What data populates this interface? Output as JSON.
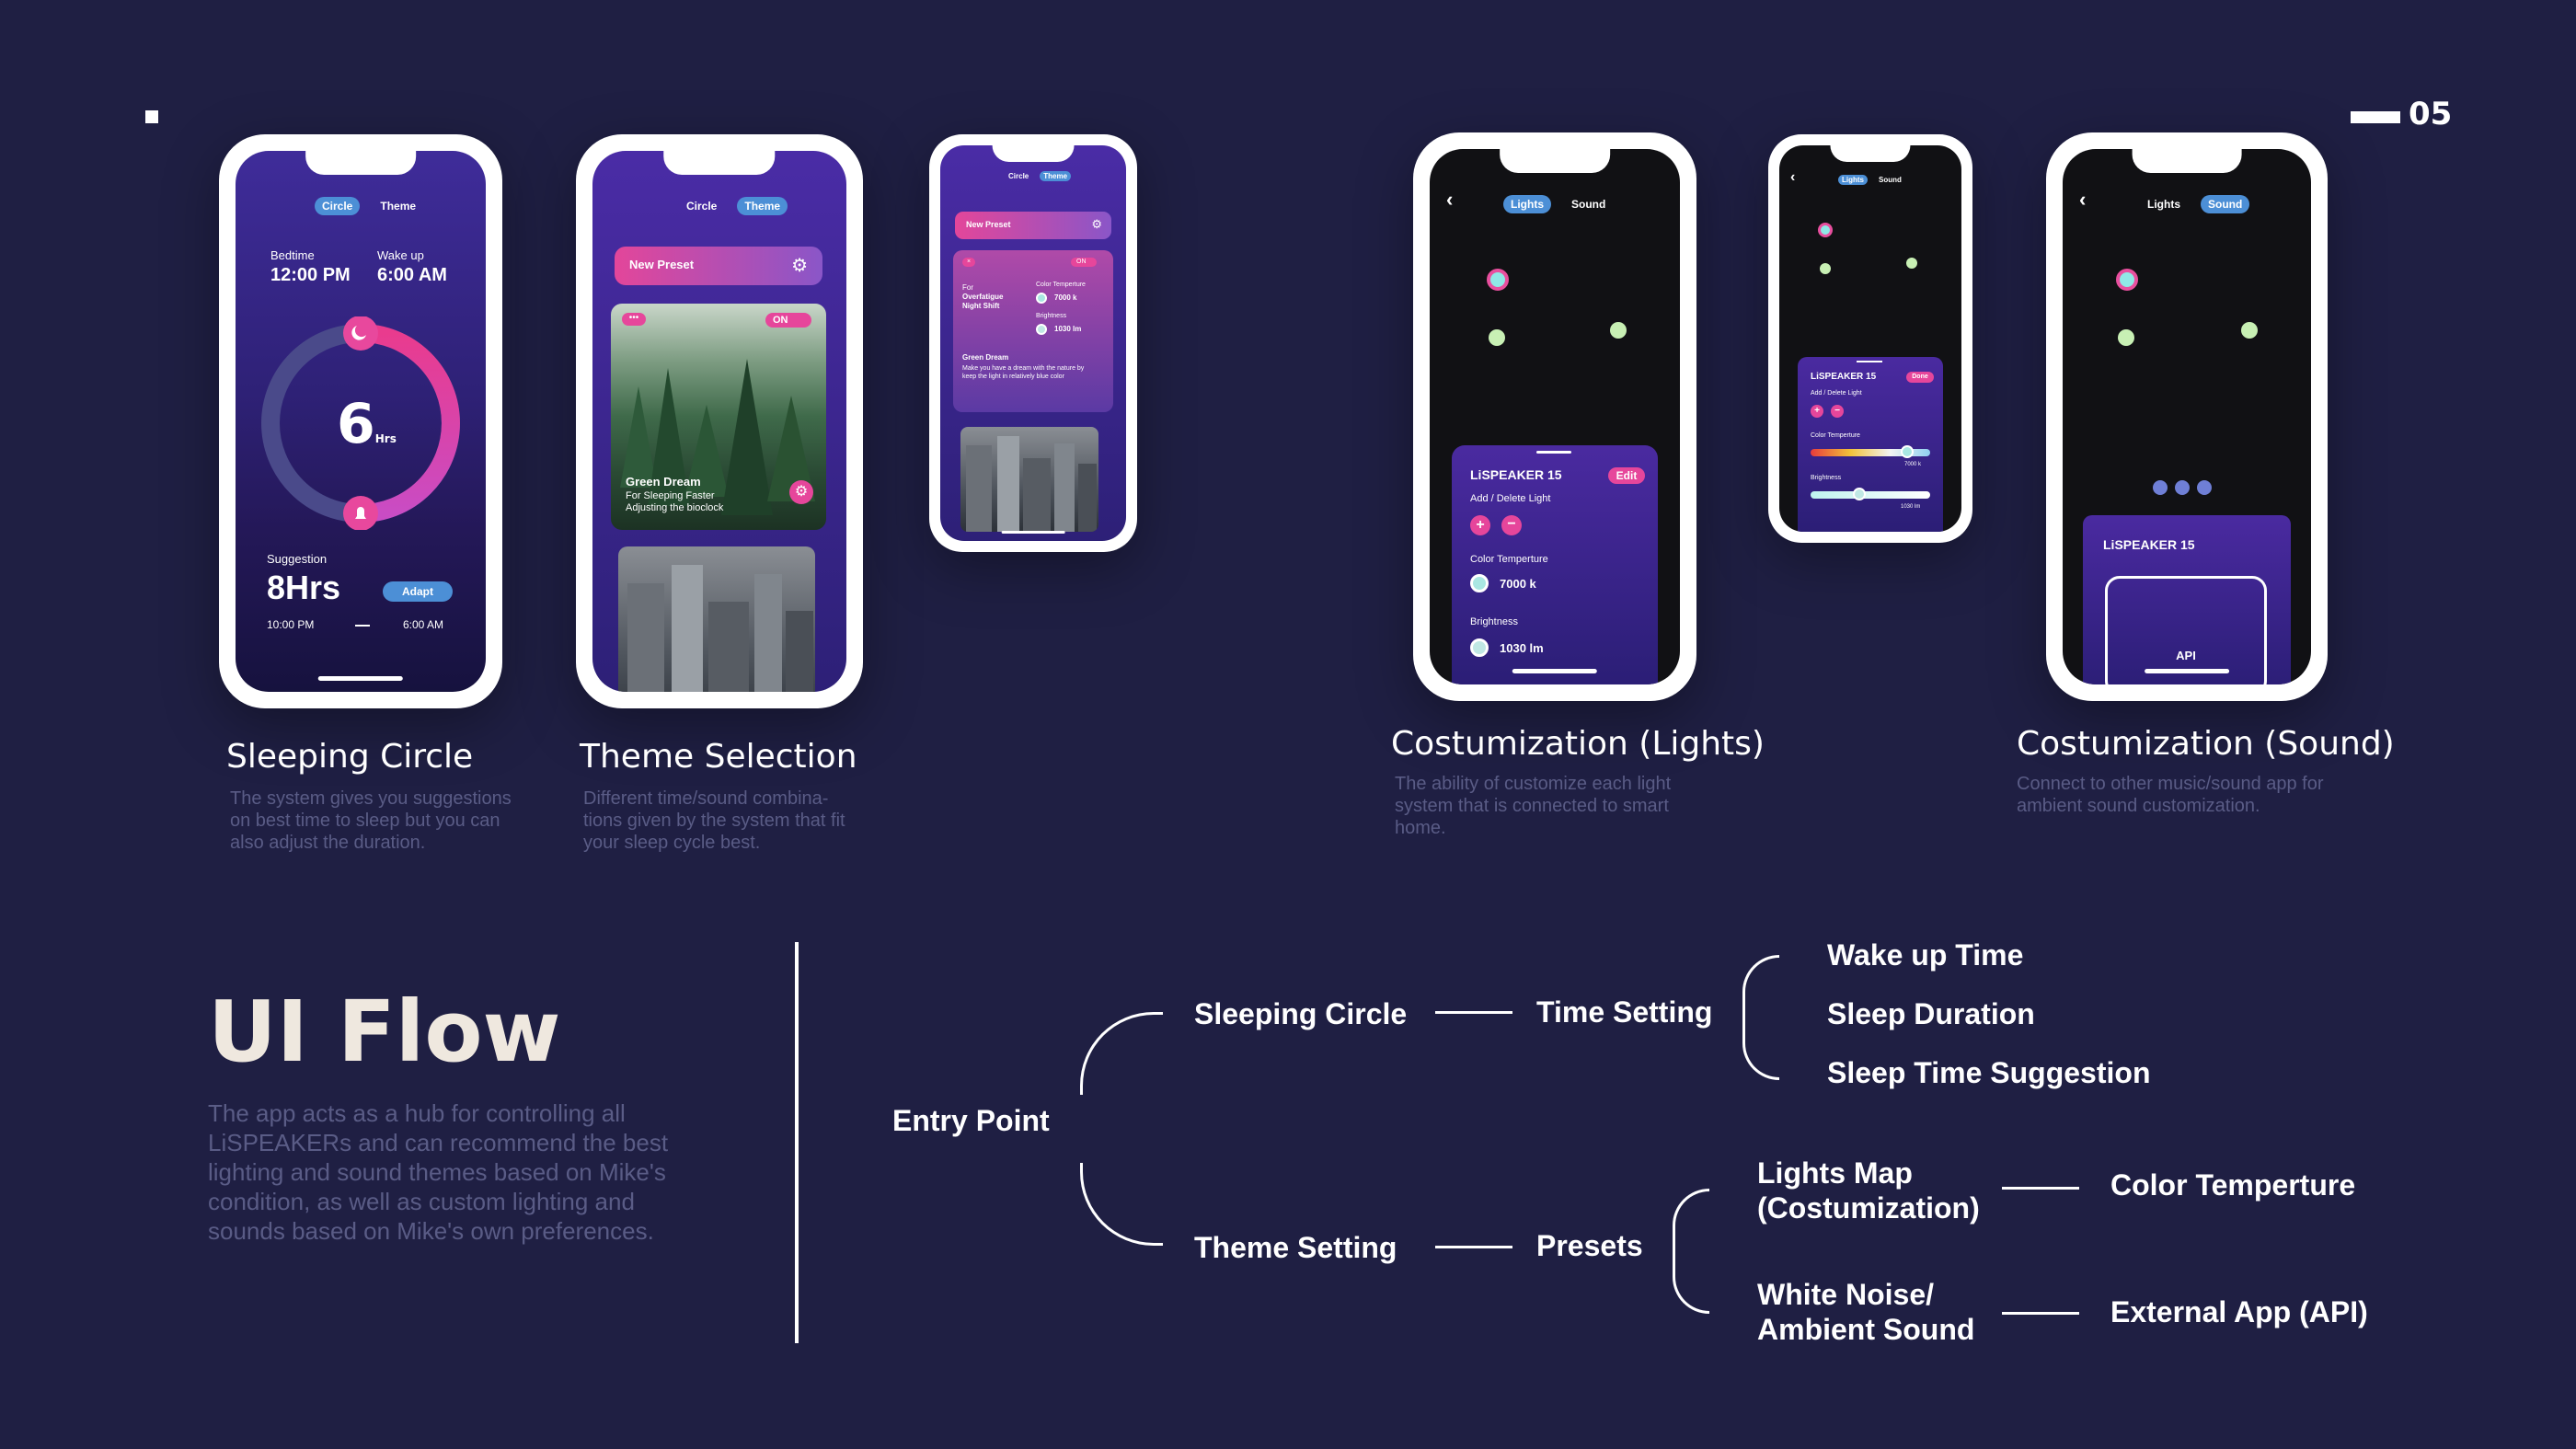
{
  "page_number": "05",
  "colors": {
    "background": "#1f1f43",
    "accent_pink": "#e6469b",
    "accent_blue": "#4c8fd6",
    "muted_text": "#5a5c86"
  },
  "sleeping_phone": {
    "tabs": [
      "Circle",
      "Theme"
    ],
    "bedtime_label": "Bedtime",
    "bedtime_value": "12:00 PM",
    "wakeup_label": "Wake up",
    "wakeup_value": "6:00 AM",
    "hours_value": "6",
    "hours_unit": "Hrs",
    "suggestion_label": "Suggestion",
    "suggestion_value": "8Hrs",
    "adapt_label": "Adapt",
    "range_start": "10:00 PM",
    "range_end": "6:00 AM"
  },
  "theme_phone": {
    "tabs": [
      "Circle",
      "Theme"
    ],
    "new_preset_label": "New Preset",
    "card_toggle": "ON",
    "card_title": "Green Dream",
    "card_desc_1": "For Sleeping Faster",
    "card_desc_2": "Adjusting the bioclock"
  },
  "preset_phone": {
    "tabs": [
      "Circle",
      "Theme"
    ],
    "new_preset_label": "New Preset",
    "toggle": "ON",
    "for_label": "For",
    "for_value_1": "Overfatigue",
    "for_value_2": "Night Shift",
    "color_temp_label": "Color Temperture",
    "color_temp_value": "7000 k",
    "brightness_label": "Brightness",
    "brightness_value": "1030 lm",
    "preset_name": "Green Dream",
    "preset_desc": "Make you have a dream with the nature by keep the light in relatively blue color"
  },
  "lights_phone": {
    "tabs": [
      "Lights",
      "Sound"
    ],
    "device_name": "LiSPEAKER 15",
    "edit_label": "Edit",
    "add_delete_label": "Add / Delete Light",
    "color_temp_label": "Color Temperture",
    "color_temp_value": "7000 k",
    "brightness_label": "Brightness",
    "brightness_value": "1030 lm"
  },
  "lights_small_phone": {
    "tabs": [
      "Lights",
      "Sound"
    ],
    "device_name": "LiSPEAKER 15",
    "done_label": "Done",
    "add_delete_label": "Add / Delete Light",
    "color_temp_label": "Color Temperture",
    "color_temp_value": "7000 k",
    "brightness_label": "Brightness",
    "brightness_value": "1030 lm"
  },
  "sound_phone": {
    "tabs": [
      "Lights",
      "Sound"
    ],
    "device_name": "LiSPEAKER 15",
    "api_label": "API"
  },
  "captions": {
    "sleeping": {
      "title": "Sleeping Circle",
      "desc": [
        "The system gives you suggestions",
        "on best time to sleep but you can",
        "also adjust the duration."
      ]
    },
    "theme": {
      "title": "Theme Selection",
      "desc": [
        "Different time/sound combina-",
        "tions given by the system that fit",
        "your sleep cycle best."
      ]
    },
    "lights": {
      "title": "Costumization (Lights)",
      "desc": [
        "The ability of customize each light",
        "system that is connected to smart",
        "home."
      ]
    },
    "sound": {
      "title": "Costumization (Sound)",
      "desc": [
        "Connect to other music/sound app for",
        "ambient sound customization."
      ]
    }
  },
  "flow": {
    "heading": "UI Flow",
    "description": [
      "The app acts as a hub for controlling all",
      "LiSPEAKERs and can recommend the best",
      "lighting and sound themes based on Mike's",
      "condition, as well as custom lighting and",
      "sounds based on Mike's own preferences."
    ],
    "entry_point": "Entry Point",
    "sleeping_circle": "Sleeping Circle",
    "time_setting": "Time Setting",
    "wake_up_time": "Wake up Time",
    "sleep_duration": "Sleep Duration",
    "sleep_time_suggestion": "Sleep Time Suggestion",
    "theme_setting": "Theme Setting",
    "presets": "Presets",
    "lights_map_1": "Lights Map",
    "lights_map_2": "(Costumization)",
    "color_temperture": "Color Temperture",
    "white_noise_1": "White Noise/",
    "white_noise_2": "Ambient Sound",
    "external_app": "External App (API)"
  }
}
